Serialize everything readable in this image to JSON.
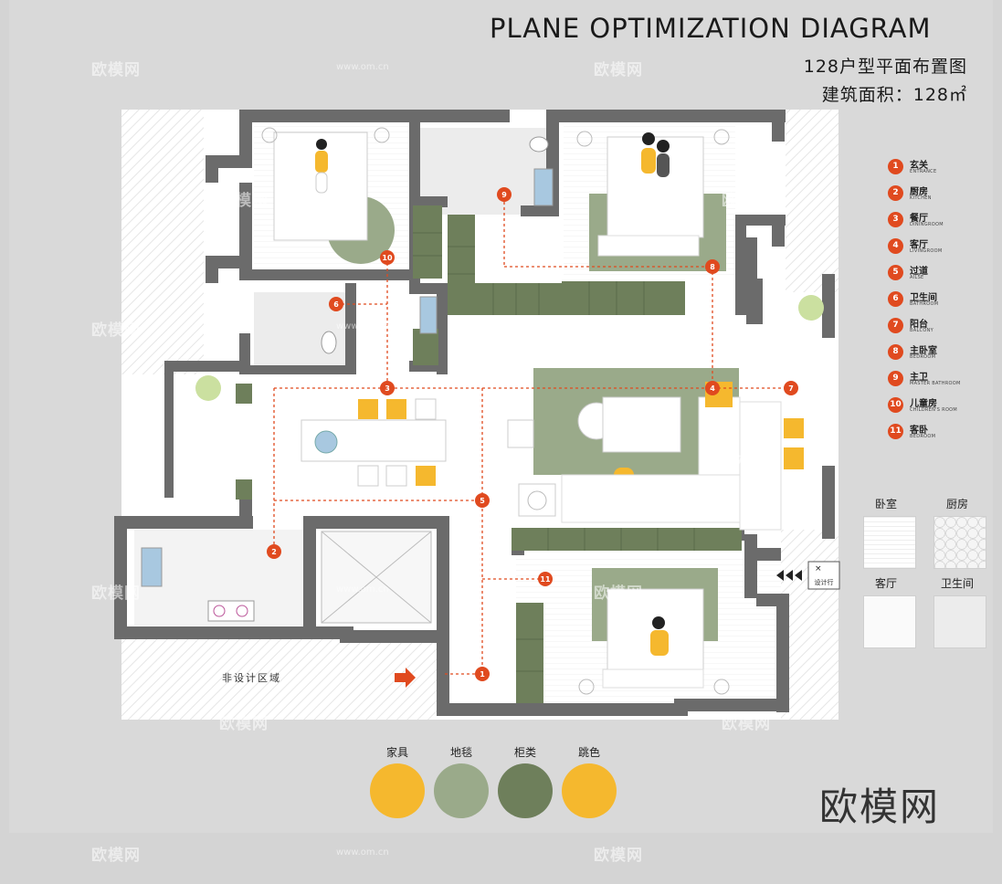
{
  "header": {
    "title": "PLANE OPTIMIZATION DIAGRAM",
    "subtitle": "128户型平面布置图",
    "area": "建筑面积：128㎡"
  },
  "watermark": {
    "logo": "欧模网",
    "url": "www.om.cn"
  },
  "brand": {
    "logo_large": "欧模网"
  },
  "legend": [
    {
      "num": "1",
      "zh": "玄关",
      "en": "ENTRANCE"
    },
    {
      "num": "2",
      "zh": "厨房",
      "en": "KITCHEN"
    },
    {
      "num": "3",
      "zh": "餐厅",
      "en": "DININGROOM"
    },
    {
      "num": "4",
      "zh": "客厅",
      "en": "LIVINGROOM"
    },
    {
      "num": "5",
      "zh": "过道",
      "en": "AILSE"
    },
    {
      "num": "6",
      "zh": "卫生间",
      "en": "BATHROOM"
    },
    {
      "num": "7",
      "zh": "阳台",
      "en": "BALCONY"
    },
    {
      "num": "8",
      "zh": "主卧室",
      "en": "BEDROOM"
    },
    {
      "num": "9",
      "zh": "主卫",
      "en": "MASTER BATHROOM"
    },
    {
      "num": "10",
      "zh": "儿童房",
      "en": "CHILDREN'S ROOM"
    },
    {
      "num": "11",
      "zh": "客卧",
      "en": "BEDROOM"
    }
  ],
  "floor_swatches": [
    {
      "label": "卧室",
      "kind": "bedroom"
    },
    {
      "label": "厨房",
      "kind": "kitchen"
    },
    {
      "label": "客厅",
      "kind": "living"
    },
    {
      "label": "卫生间",
      "kind": "bath"
    }
  ],
  "materials": [
    {
      "label": "家具",
      "color": "#f5b82e"
    },
    {
      "label": "地毯",
      "color": "#9aaa8a"
    },
    {
      "label": "柜类",
      "color": "#6e7f5b"
    },
    {
      "label": "跳色",
      "color": "#f5b82e"
    }
  ],
  "plan": {
    "non_design_area": "非设计区域",
    "entry_sign": "设计行",
    "markers": [
      "1",
      "2",
      "3",
      "4",
      "5",
      "6",
      "7",
      "8",
      "9",
      "10",
      "11"
    ]
  },
  "colors": {
    "wall": "#6b6b6b",
    "accent": "#e04a1f",
    "cabinet": "#6e7f5b",
    "rug": "#9aaa8a",
    "furniture": "#f5b82e"
  }
}
